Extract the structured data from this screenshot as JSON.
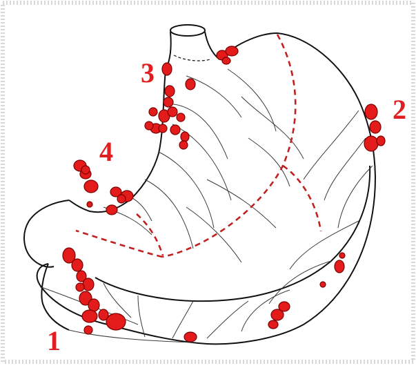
{
  "diagram": {
    "zone_labels": [
      "1",
      "2",
      "3",
      "4"
    ],
    "colors": {
      "label": "#e02020",
      "node": "#e41b1b",
      "node_outline": "#7a0000",
      "boundary": "#c0201f",
      "outline": "#111111",
      "vessel": "#3a3a3a",
      "border": "#d6d6d6"
    }
  }
}
